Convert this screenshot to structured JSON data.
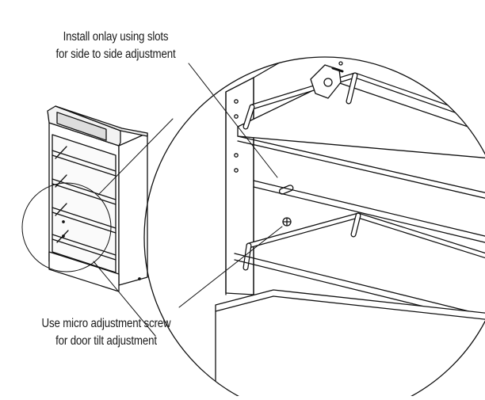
{
  "callouts": {
    "slots": {
      "line1": "Install onlay using slots",
      "line2": "for side to side adjustment"
    },
    "micro_screw": {
      "line1": "Use micro adjustment screw",
      "line2": "for door tilt adjustment"
    }
  }
}
